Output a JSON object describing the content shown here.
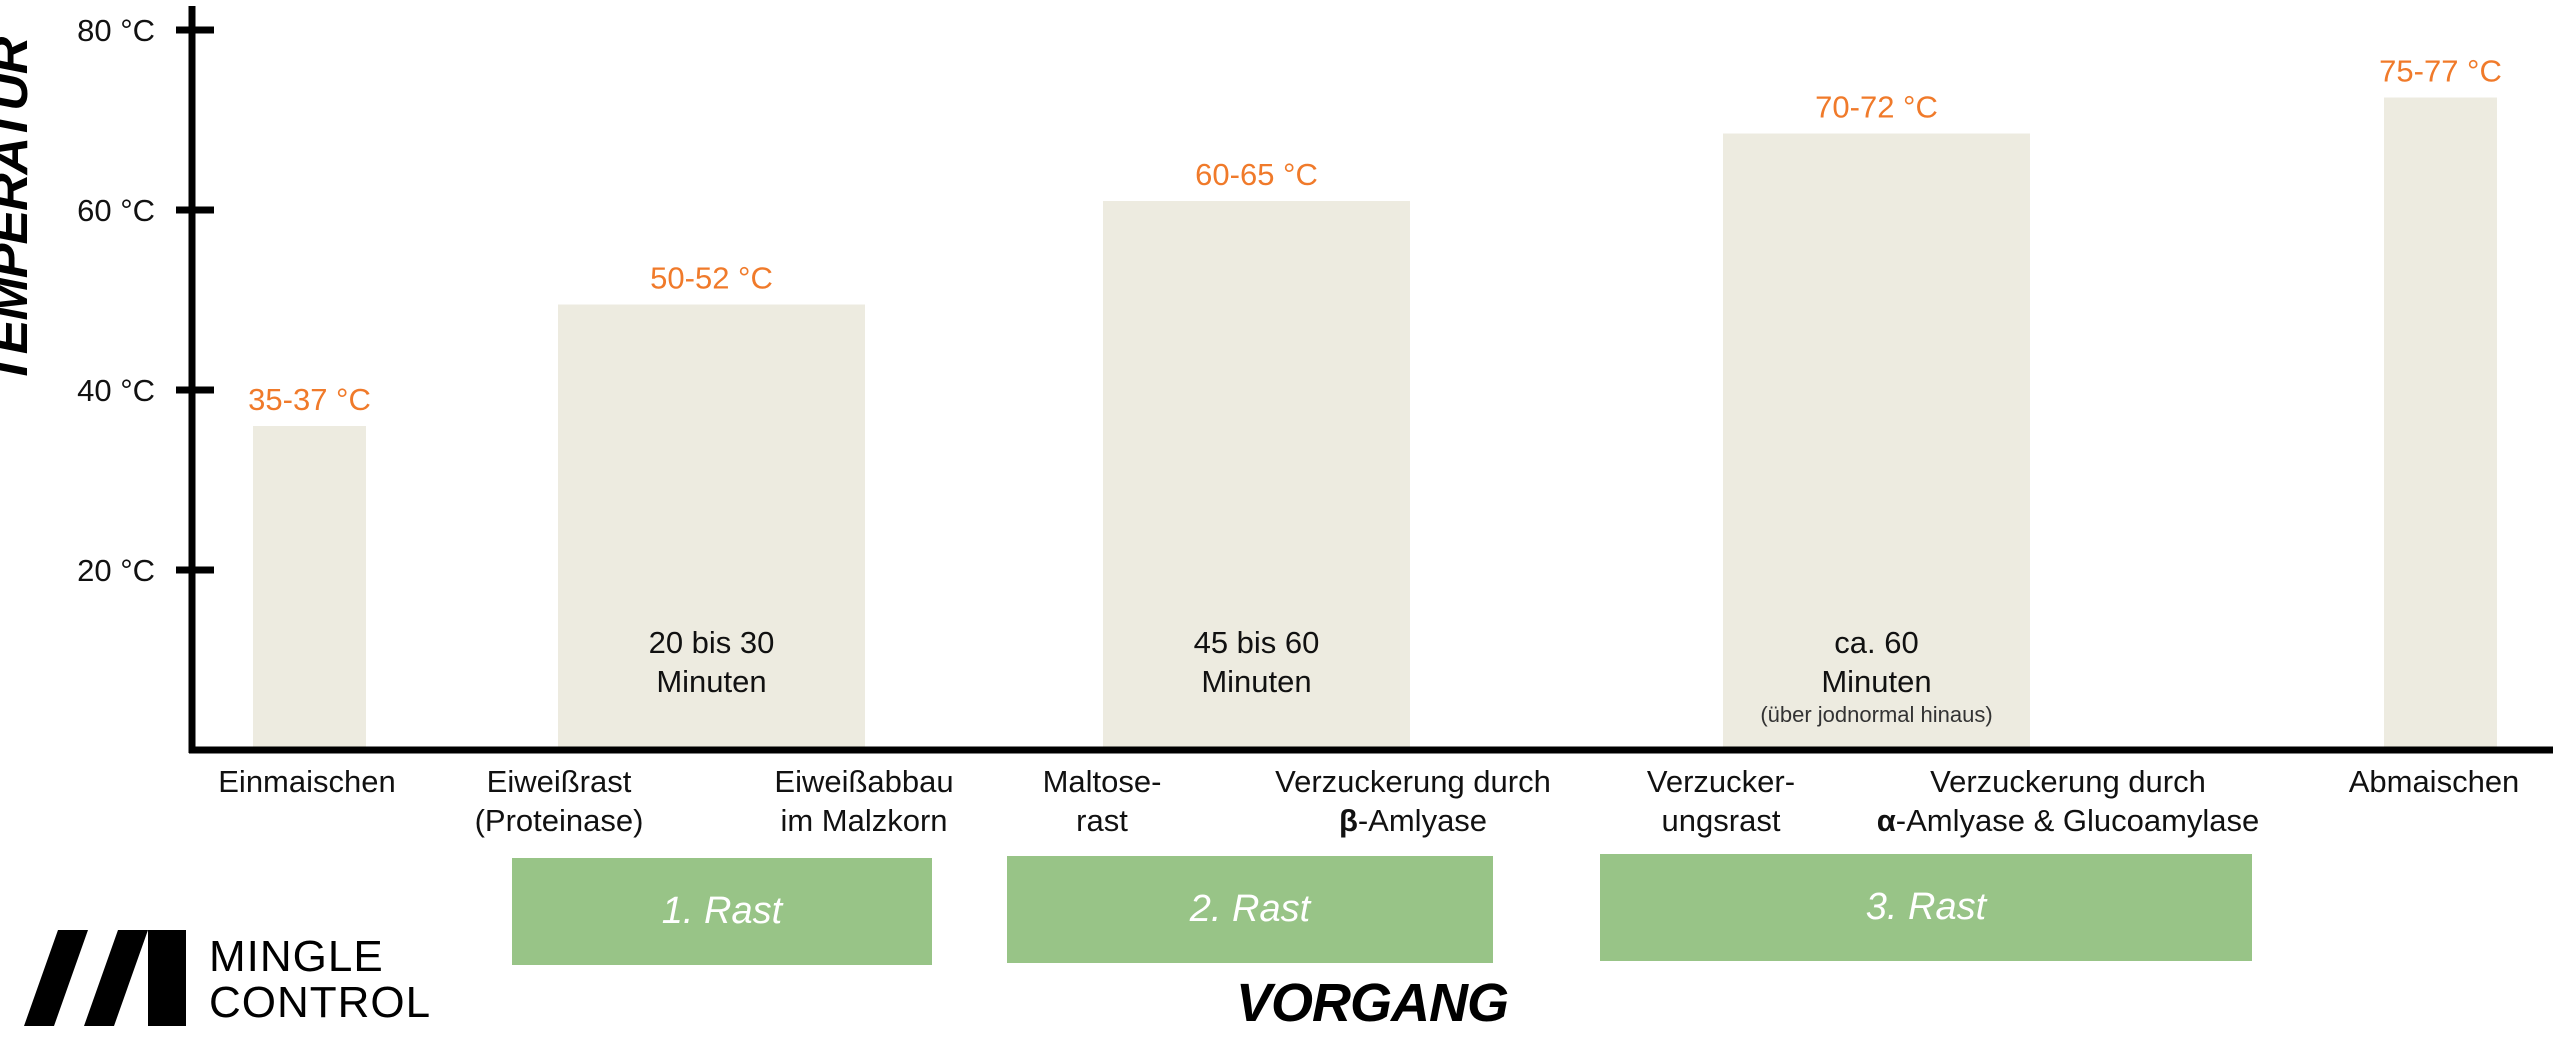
{
  "axis": {
    "y_title": "TEMPERATUR",
    "x_title": "VORGANG",
    "y_ticks": [
      {
        "value": 20,
        "label": "20 °C"
      },
      {
        "value": 40,
        "label": "40 °C"
      },
      {
        "value": 60,
        "label": "60 °C"
      },
      {
        "value": 80,
        "label": "80 °C"
      }
    ]
  },
  "chart_data": {
    "type": "bar",
    "ylabel": "TEMPERATUR",
    "xlabel": "VORGANG",
    "ylim": [
      0,
      85
    ],
    "bars": [
      {
        "label": "35-37 °C",
        "value": 36,
        "note": []
      },
      {
        "label": "50-52 °C",
        "value": 49.5,
        "note": [
          "20 bis 30",
          "Minuten"
        ]
      },
      {
        "label": "60-65 °C",
        "value": 61,
        "note": [
          "45 bis 60",
          "Minuten"
        ]
      },
      {
        "label": "70-72 °C",
        "value": 68.5,
        "note": [
          "ca. 60",
          "Minuten",
          "(über jodnormal hinaus)"
        ]
      },
      {
        "label": "75-77 °C",
        "value": 72.5,
        "note": []
      }
    ],
    "categories": [
      {
        "lines": [
          "Einmaischen"
        ]
      },
      {
        "lines": [
          "Eiweißrast",
          "(Proteinase)"
        ]
      },
      {
        "lines": [
          "Eiweißabbau",
          "im Malzkorn"
        ]
      },
      {
        "lines": [
          "Maltose-",
          "rast"
        ]
      },
      {
        "lines": [
          "Verzuckerung durch",
          "β-Amlyase"
        ]
      },
      {
        "lines": [
          "Verzucker-",
          "ungsrast"
        ]
      },
      {
        "lines": [
          "Verzuckerung durch",
          "α-Amlyase & Glucoamylase"
        ]
      },
      {
        "lines": [
          "Abmaischen"
        ]
      }
    ],
    "phases": [
      "1. Rast",
      "2. Rast",
      "3. Rast"
    ]
  },
  "logo": {
    "line1": "MINGLE",
    "line2": "CONTROL"
  },
  "colors": {
    "bar": "#edebe0",
    "value_label": "#f07a2a",
    "phase": "#98c487",
    "axis": "#000000"
  }
}
